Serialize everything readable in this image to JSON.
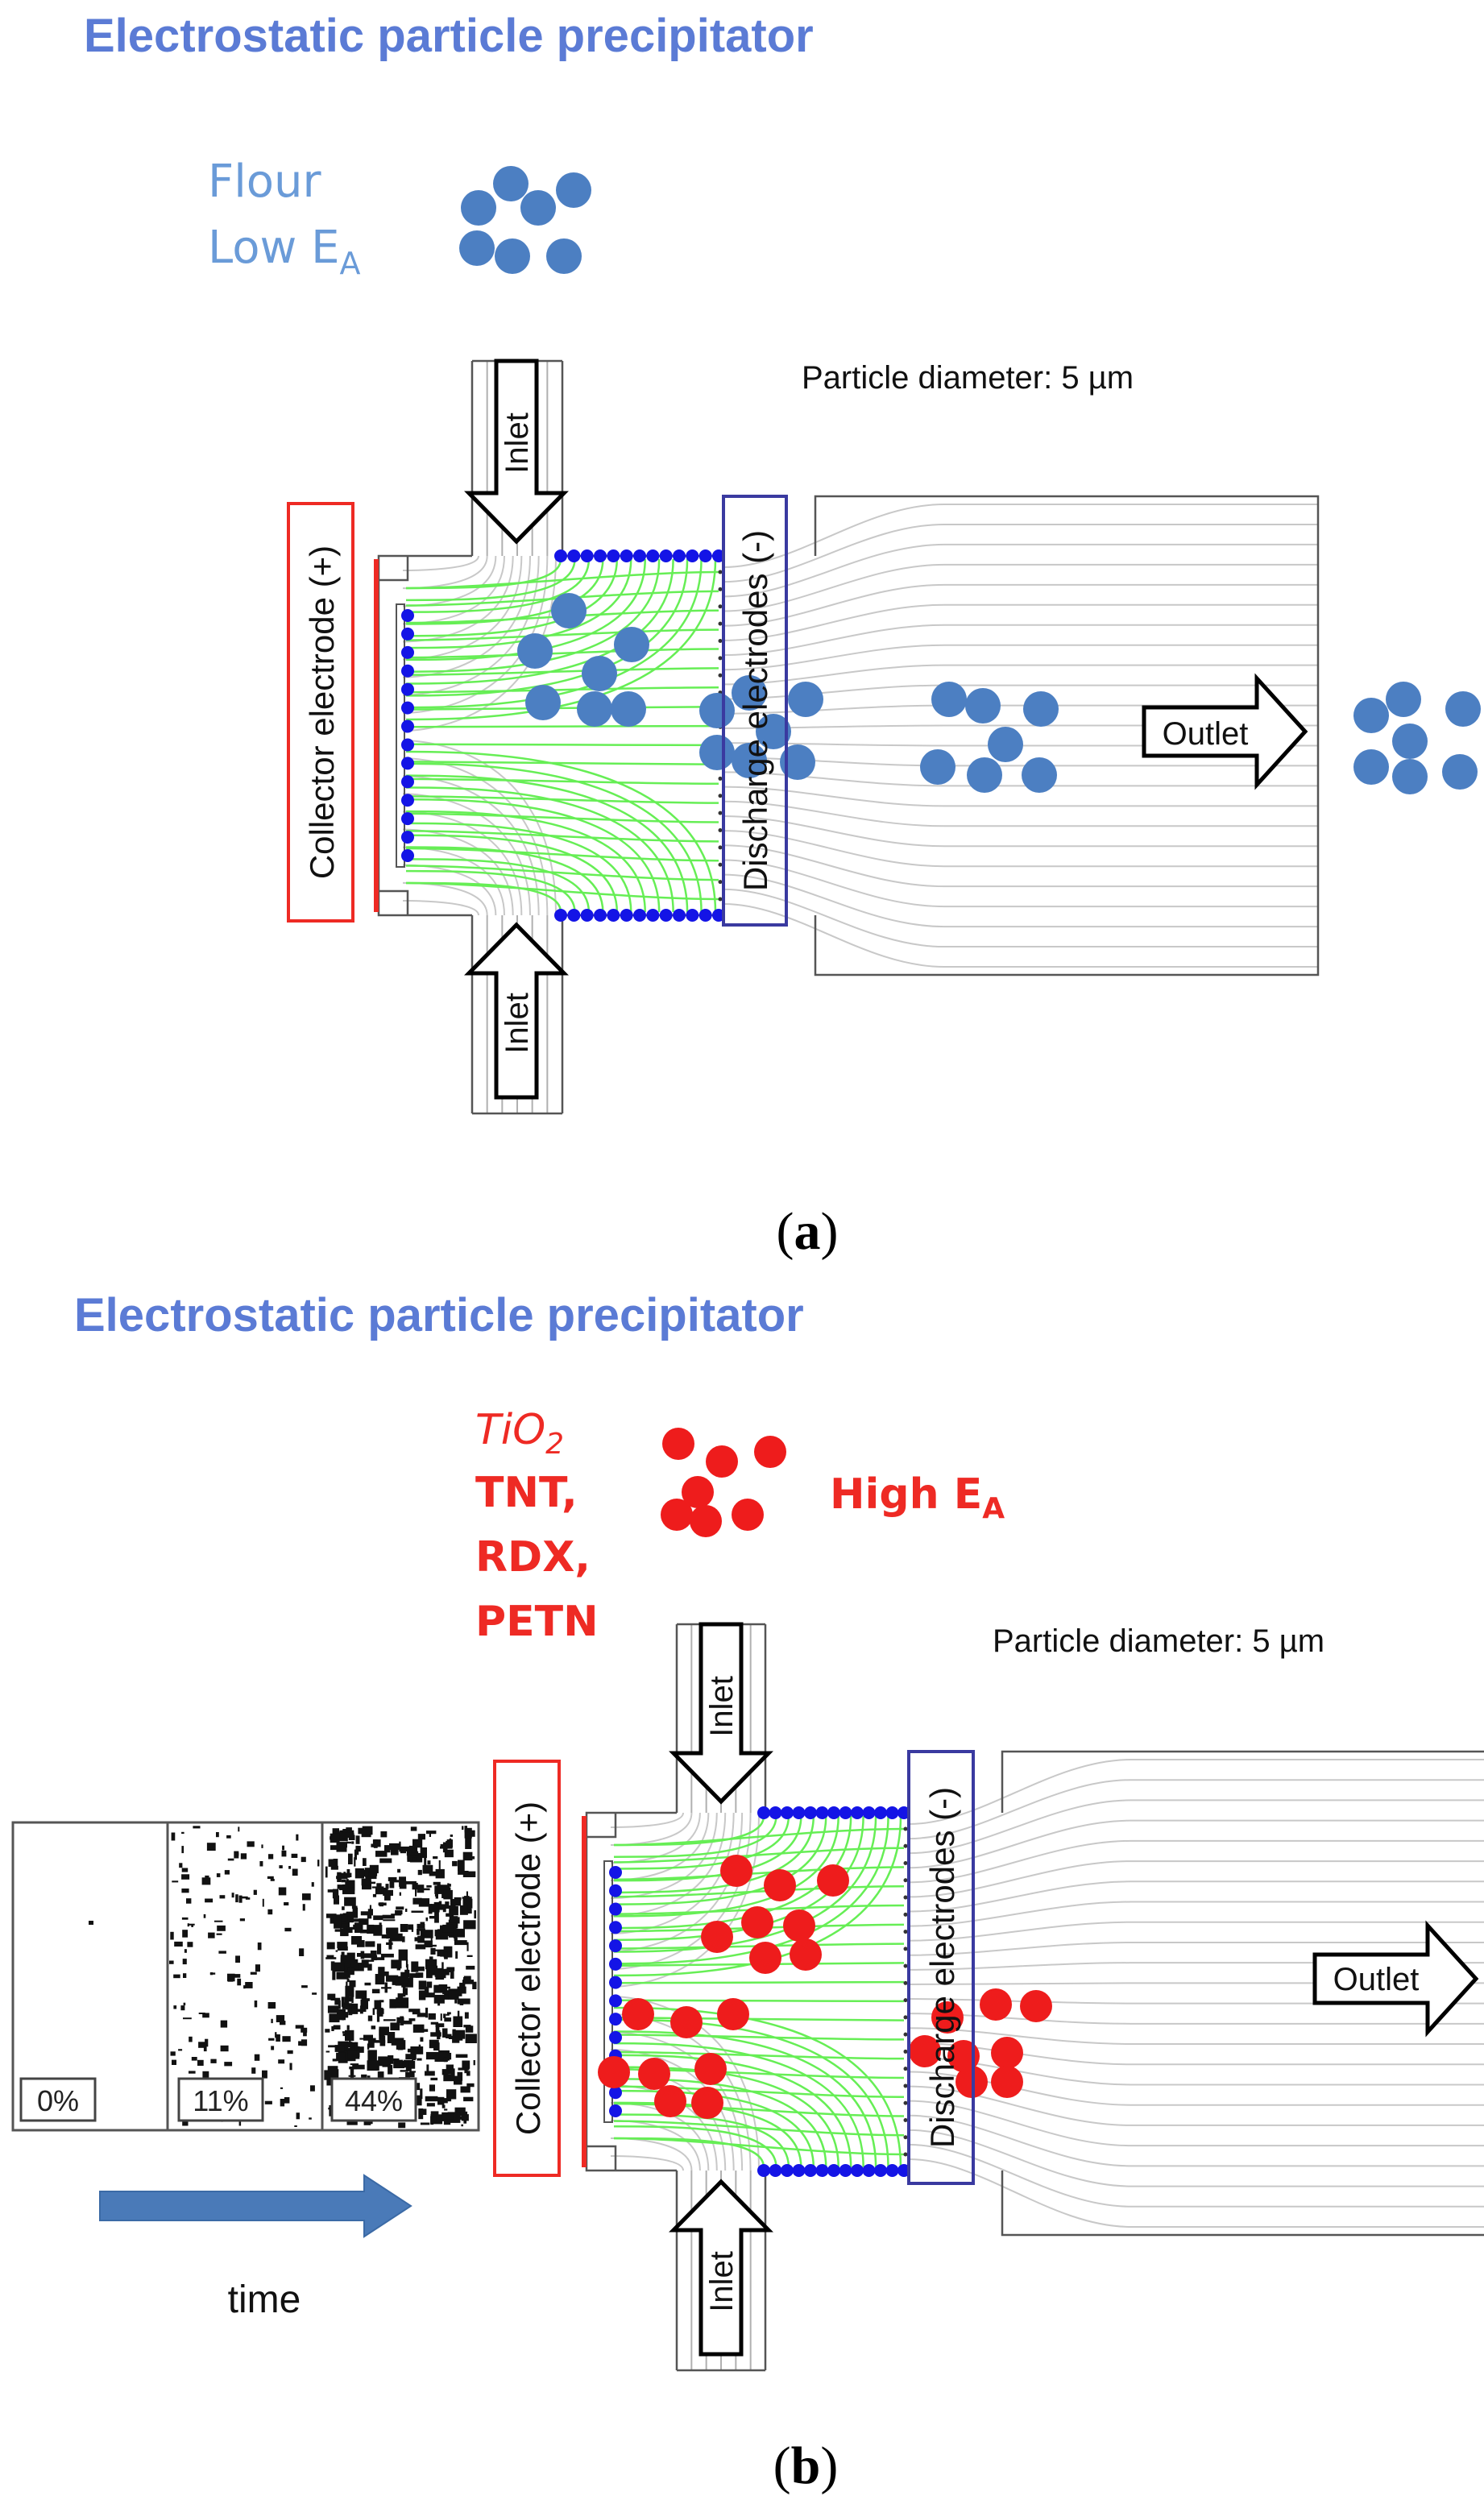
{
  "panel_a": {
    "title": "Electrostatic particle precipitator",
    "material_line1": "Flour",
    "material_line2": "Low E",
    "material_sub": "A",
    "particle_color": "#4c7fc2",
    "diameter_label": "Particle diameter: 5 µm",
    "inlet_top": "Inlet",
    "inlet_bottom": "Inlet",
    "collector_label": "Collector electrode (+)",
    "discharge_label": "Discharge electrodes (-)",
    "outlet_label": "Outlet",
    "caption_open": "(",
    "caption_letter": "a",
    "caption_close": ")"
  },
  "panel_b": {
    "title": "Electrostatic particle precipitator",
    "materials": [
      "TiO",
      "TNT,",
      "RDX,",
      "PETN"
    ],
    "tio_sub": "2",
    "high_label": "High E",
    "high_sub": "A",
    "particle_color": "#ee1c1c",
    "diameter_label": "Particle diameter: 5 µm",
    "inlet_top": "Inlet",
    "inlet_bottom": "Inlet",
    "collector_label": "Collector electrode (+)",
    "discharge_label": "Discharge electrodes (-)",
    "outlet_label": "Outlet",
    "coverage": [
      {
        "label": "0%",
        "value": 0
      },
      {
        "label": "11%",
        "value": 11
      },
      {
        "label": "44%",
        "value": 44
      }
    ],
    "time_label": "time",
    "caption_open": "(",
    "caption_letter": "b",
    "caption_close": ")"
  },
  "colors": {
    "title": "#5b7bd5",
    "field_lines": "#66ee55",
    "stream_lines": "#c8c8c8",
    "electrode_dots": "#1414e6",
    "collector_box": "#ee2a24",
    "discharge_box": "#3a3aa0",
    "time_arrow": "#4a7ab8"
  }
}
